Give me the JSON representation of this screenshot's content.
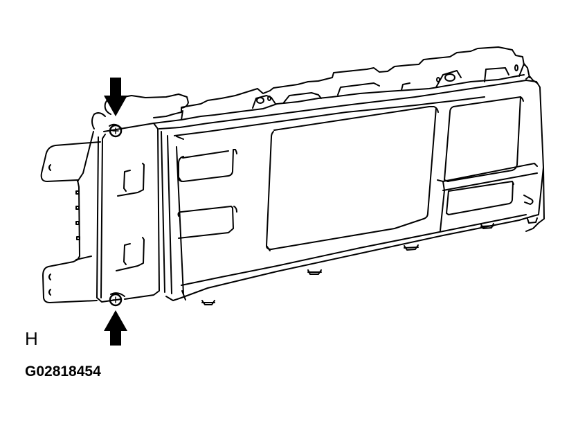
{
  "diagram": {
    "subject": "combination-meter-assembly",
    "view_label": "H",
    "figure_id": "G02818454",
    "callouts": [
      {
        "type": "arrow-down",
        "target": "upper-screw"
      },
      {
        "type": "arrow-up",
        "target": "lower-screw"
      }
    ],
    "colors": {
      "line": "#000000",
      "background": "#ffffff"
    }
  }
}
